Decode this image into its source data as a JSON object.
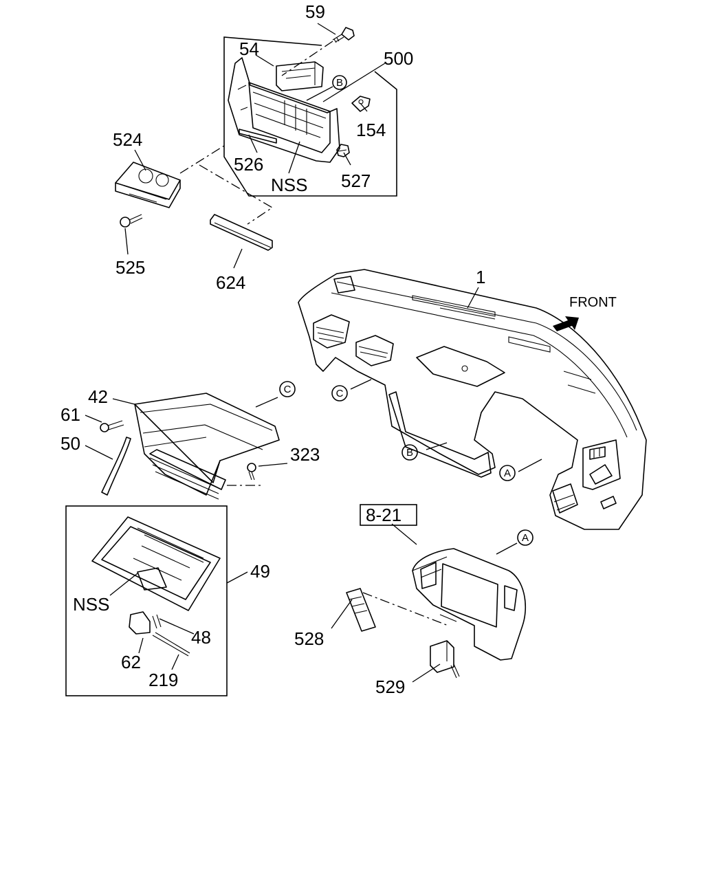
{
  "labels": {
    "p59": "59",
    "p54": "54",
    "p500": "500",
    "p154": "154",
    "p526": "526",
    "nss1": "NSS",
    "p527": "527",
    "p524": "524",
    "p525": "525",
    "p624": "624",
    "p1": "1",
    "front": "FRONT",
    "p42": "42",
    "p61": "61",
    "p50": "50",
    "p323": "323",
    "p49": "49",
    "nss2": "NSS",
    "p48": "48",
    "p62": "62",
    "p219": "219",
    "ref821": "8-21",
    "p528": "528",
    "p529": "529"
  },
  "refs": {
    "a1": "A",
    "a2": "A",
    "b1": "B",
    "b2": "B",
    "c1": "C",
    "c2": "C"
  }
}
